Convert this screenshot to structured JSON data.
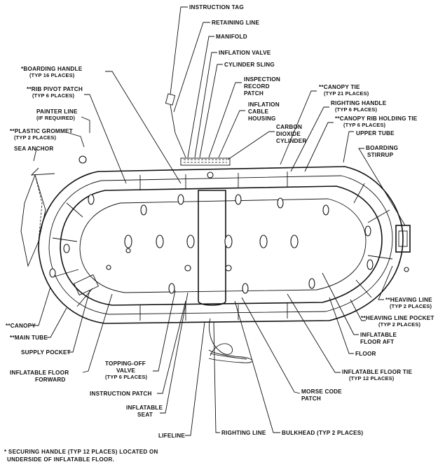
{
  "labels": {
    "instruction_tag": "INSTRUCTION TAG",
    "retaining_line": "RETAINING LINE",
    "manifold": "MANIFOLD",
    "inflation_valve": "INFLATION VALVE",
    "cylinder_sling": "CYLINDER SLING",
    "inspection_record_patch": [
      "INSPECTION",
      "RECORD",
      "PATCH"
    ],
    "inflation_cable_housing": [
      "INFLATION",
      "CABLE",
      "HOUSING"
    ],
    "carbon_dioxide_cylinder": [
      "CARBON",
      "DIOXIDE",
      "CYLINDER"
    ],
    "boarding_handle": [
      "*BOARDING HANDLE",
      "(TYP 16 PLACES)"
    ],
    "rib_pivot_patch": [
      "**RIB PIVOT PATCH",
      "(TYP 6 PLACES)"
    ],
    "painter_line": [
      "PAINTER LINE",
      "(IF REQUIRED)"
    ],
    "plastic_grommet": [
      "**PLASTIC GROMMET",
      "(TYP 2 PLACES)"
    ],
    "sea_anchor": "SEA ANCHOR",
    "canopy_tie": [
      "**CANOPY TIE",
      "(TYP 21 PLACES)"
    ],
    "righting_handle": [
      "RIGHTING HANDLE",
      "(TYP 6 PLACES)"
    ],
    "canopy_rib_holding_tie": [
      "**CANOPY RIB HOLDING TIE",
      "(TYP 6 PLACES)"
    ],
    "upper_tube": "UPPER TUBE",
    "boarding_stirrup": [
      "BOARDING",
      "STIRRUP"
    ],
    "heaving_line": [
      "**HEAVING LINE",
      "(TYP 2 PLACES)"
    ],
    "heaving_line_pocket": [
      "**HEAVING LINE POCKET",
      "(TYP 2 PLACES)"
    ],
    "inflatable_floor_aft": [
      "INFLATABLE",
      "FLOOR AFT"
    ],
    "floor": "FLOOR",
    "inflatable_floor_tie": [
      "INFLATABLE FLOOR TIE",
      "(TYP 12 PLACES)"
    ],
    "morse_code_patch": [
      "MORSE CODE",
      "PATCH"
    ],
    "bulkhead": "BULKHEAD (TYP 2 PLACES)",
    "righting_line": "RIGHTING LINE",
    "lifeline": "LIFELINE",
    "inflatable_seat": [
      "INFLATABLE",
      "SEAT"
    ],
    "instruction_patch": "INSTRUCTION PATCH",
    "topping_off_valve": [
      "TOPPING-OFF",
      "VALVE",
      "(TYP 6 PLACES)"
    ],
    "inflatable_floor_forward": [
      "INFLATABLE FLOOR",
      "FORWARD"
    ],
    "supply_pocket": "SUPPLY POCKET",
    "main_tube": "**MAIN TUBE",
    "canopy": "**CANOPY"
  },
  "footnote": [
    "* SECURING HANDLE (TYP 12 PLACES) LOCATED ON",
    "UNDERSIDE OF INFLATABLE FLOOR."
  ]
}
